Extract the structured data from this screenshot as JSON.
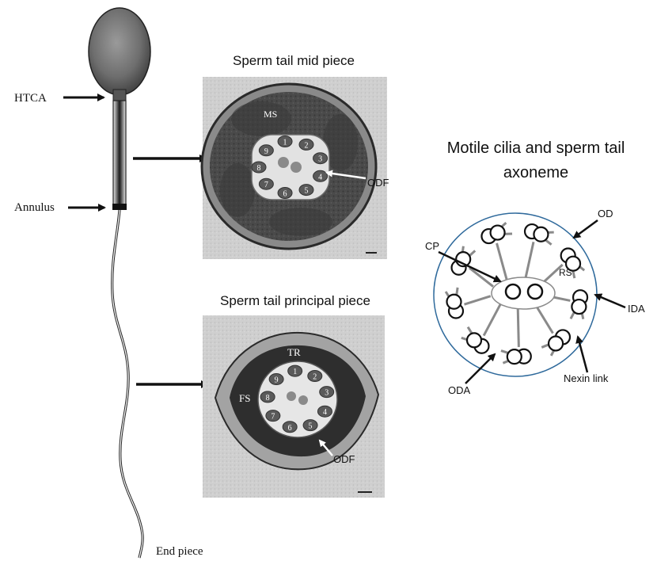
{
  "sperm_labels": {
    "htca": "HTCA",
    "annulus": "Annulus",
    "end_piece": "End piece"
  },
  "midpiece_panel": {
    "title": "Sperm tail mid piece",
    "ms": "MS",
    "odf": "ODF",
    "doublets": [
      "1",
      "2",
      "3",
      "4",
      "5",
      "6",
      "7",
      "8",
      "9"
    ]
  },
  "principal_panel": {
    "title": "Sperm tail principal piece",
    "tr": "TR",
    "fs": "FS",
    "odf": "ODF",
    "doublets": [
      "1",
      "2",
      "3",
      "4",
      "5",
      "6",
      "7",
      "8",
      "9"
    ]
  },
  "axoneme": {
    "title_line1": "Motile cilia and sperm tail",
    "title_line2": "axoneme",
    "labels": {
      "od": "OD",
      "cp": "CP",
      "rs": "RS",
      "ida": "IDA",
      "oda": "ODA",
      "nexin": "Nexin link"
    }
  },
  "colors": {
    "arrow": "#111111",
    "em_background": "#c9c9c9",
    "membrane_ring": "#2f6a9c",
    "spoke_gray": "#8a8a8a"
  }
}
